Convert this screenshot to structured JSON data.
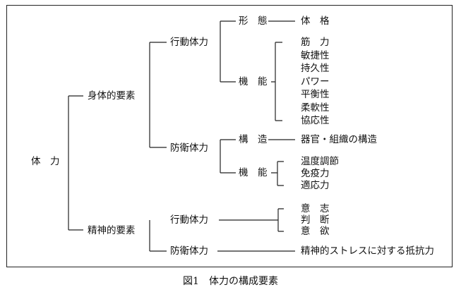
{
  "diagram": {
    "root": "体　力",
    "physical": "身体的要素",
    "mental": "精神的要素",
    "p_action": "行動体力",
    "p_defense": "防衛体力",
    "m_action": "行動体力",
    "m_defense": "防衛体力",
    "form": "形　態",
    "func1": "機　能",
    "struct": "構　造",
    "func2": "機　能",
    "physique": "体　格",
    "function_items": [
      "筋　力",
      "敏捷性",
      "持久性",
      "パワー",
      "平衡性",
      "柔軟性",
      "協応性"
    ],
    "structure_item": "器官・組織の構造",
    "defense_function_items": [
      "温度調節",
      "免疫力",
      "適応力"
    ],
    "mental_action_items": [
      "意　志",
      "判　断",
      "意　欲"
    ],
    "mental_defense_item": "精神的ストレスに対する抵抗力"
  },
  "caption": "図1　体力の構成要素"
}
